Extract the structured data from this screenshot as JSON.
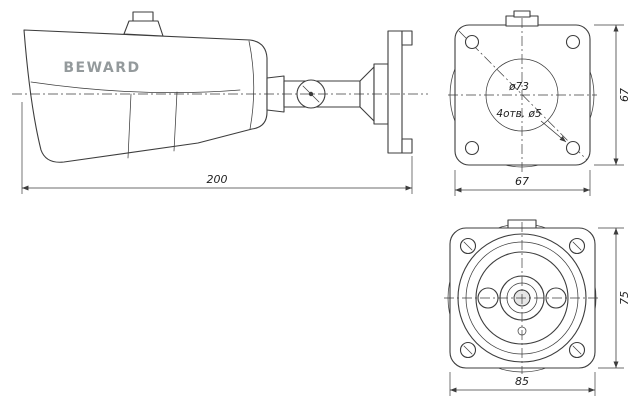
{
  "colors": {
    "line": "#3d3d3d",
    "dimtext": "#1f1f1f",
    "brand": "#949a9c",
    "background": "#ffffff"
  },
  "drawing": {
    "brand": "BEWARD",
    "side_view": {
      "length": "200"
    },
    "rear_view": {
      "circle_diameter": "ø73",
      "mount_holes": "4отв. ø5",
      "width": "67",
      "height": "67"
    },
    "front_view": {
      "width": "85",
      "height": "75"
    }
  }
}
